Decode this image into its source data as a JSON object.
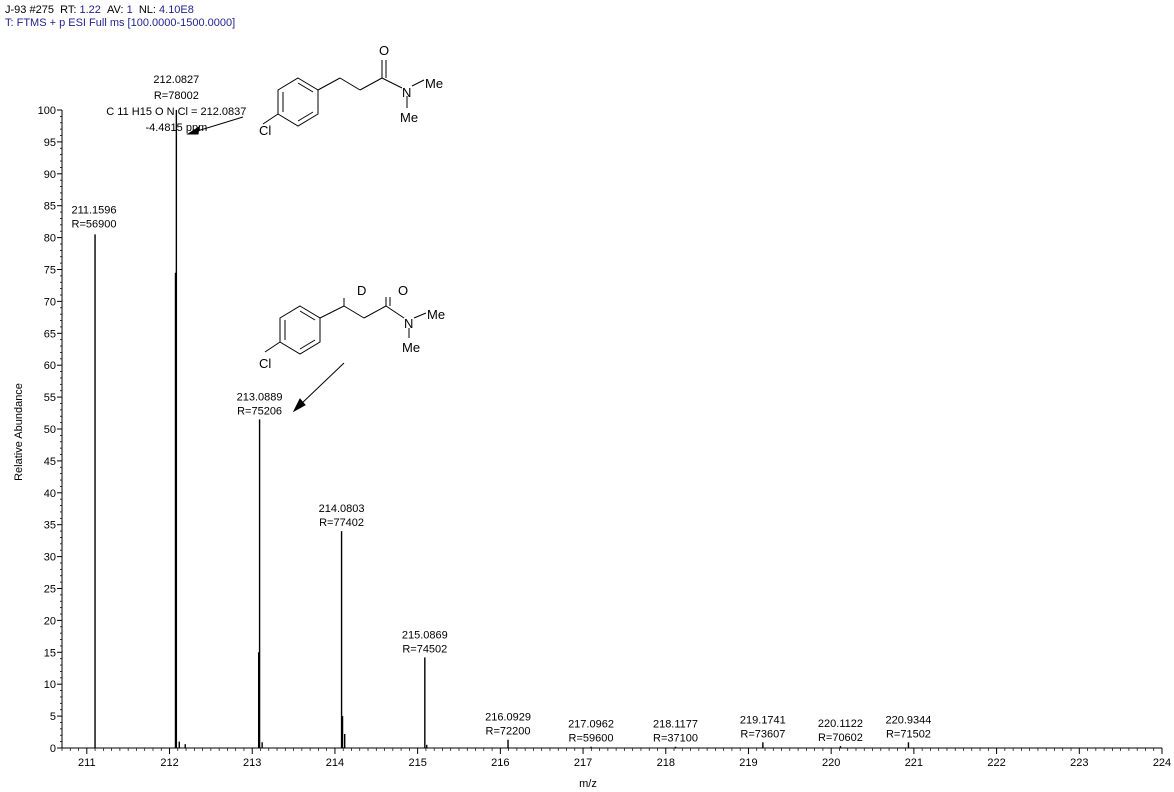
{
  "header": {
    "line1": {
      "scan_prefix": "J-93",
      "scan": "#275",
      "rt_label": "RT:",
      "rt": "1.22",
      "av_label": "AV:",
      "av": "1",
      "nl_label": "NL:",
      "nl": "4.10E8"
    },
    "line2": "T: FTMS + p ESI Full ms [100.0000-1500.0000]"
  },
  "chart_data": {
    "type": "bar",
    "xlabel": "m/z",
    "ylabel": "Relative Abundance",
    "xlim": [
      210.7,
      224.0
    ],
    "ylim": [
      0,
      100
    ],
    "x_ticks": [
      211,
      212,
      213,
      214,
      215,
      216,
      217,
      218,
      219,
      220,
      221,
      222,
      223,
      224
    ],
    "y_ticks": [
      0,
      5,
      10,
      15,
      20,
      25,
      30,
      35,
      40,
      45,
      50,
      55,
      60,
      65,
      70,
      75,
      80,
      85,
      90,
      95,
      100
    ],
    "grid": false,
    "peaks": [
      {
        "mz": 211.0995,
        "value": 80.5
      },
      {
        "mz": 212.0827,
        "value": 100,
        "mz_label": "212.0827",
        "r_label": "R=78002",
        "extra": [
          "C 11 H15 O N Cl = 212.0837",
          "-4.4815 ppm"
        ]
      },
      {
        "mz": 212.0722,
        "value": 74.5
      },
      {
        "mz": 212.118,
        "value": 1.0
      },
      {
        "mz": 212.19,
        "value": 0.6
      },
      {
        "mz": 213.0889,
        "value": 51.5,
        "mz_label": "213.0889",
        "r_label": "R=75206"
      },
      {
        "mz": 213.078,
        "value": 15.0
      },
      {
        "mz": 213.12,
        "value": 0.9
      },
      {
        "mz": 214.0803,
        "value": 34.0,
        "mz_label": "214.0803",
        "r_label": "R=77402"
      },
      {
        "mz": 214.092,
        "value": 5.0
      },
      {
        "mz": 214.118,
        "value": 2.2
      },
      {
        "mz": 215.0869,
        "value": 14.2,
        "mz_label": "215.0869",
        "r_label": "R=74502"
      },
      {
        "mz": 215.11,
        "value": 0.5
      },
      {
        "mz": 216.0929,
        "value": 1.3,
        "mz_label": "216.0929",
        "r_label": "R=72200"
      },
      {
        "mz": 217.0962,
        "value": 0.2,
        "mz_label": "217.0962",
        "r_label": "R=59600"
      },
      {
        "mz": 218.1177,
        "value": 0.2,
        "mz_label": "218.1177",
        "r_label": "R=37100"
      },
      {
        "mz": 219.1741,
        "value": 0.9,
        "mz_label": "219.1741",
        "r_label": "R=73607"
      },
      {
        "mz": 220.1122,
        "value": 0.3,
        "mz_label": "220.1122",
        "r_label": "R=70602"
      },
      {
        "mz": 220.9344,
        "value": 0.9,
        "mz_label": "220.9344",
        "r_label": "R=71502"
      }
    ],
    "free_labels": [
      {
        "mz_label": "211.1596",
        "r_label": "R=56900"
      }
    ]
  },
  "structures": {
    "top": {
      "o": "O",
      "n": "N",
      "me1": "Me",
      "me2": "Me",
      "cl": "Cl"
    },
    "middle": {
      "d": "D",
      "o": "O",
      "n": "N",
      "me1": "Me",
      "me2": "Me",
      "cl": "Cl"
    }
  },
  "colors": {
    "axis": "#000000",
    "peak": "#000000",
    "header": "#1f1f8f"
  }
}
